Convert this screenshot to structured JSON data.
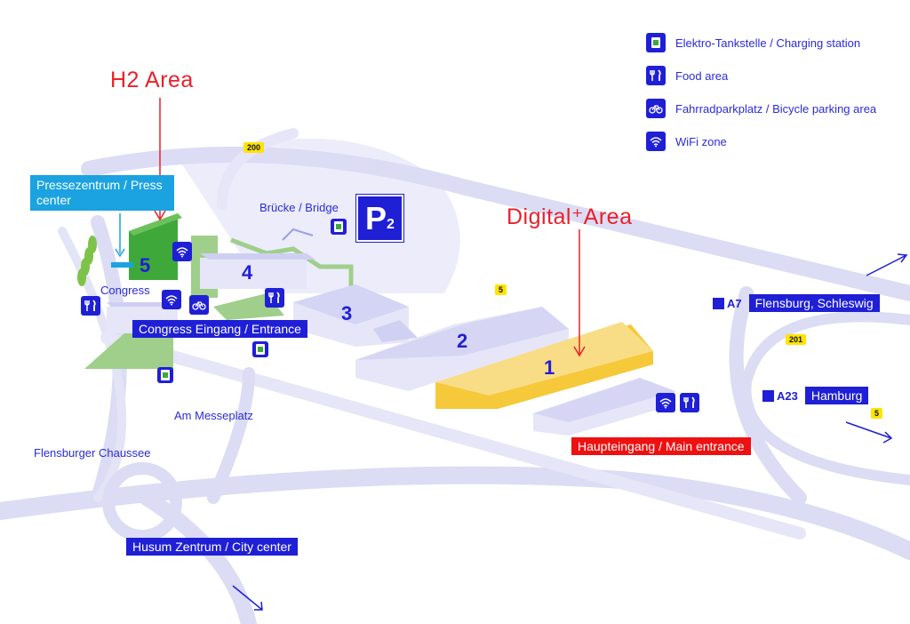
{
  "legend": {
    "charging": "Elektro-Tankstelle / Charging station",
    "food": "Food area",
    "bicycle": "Fahrradparkplatz / Bicycle parking area",
    "wifi": "WiFi zone"
  },
  "areas": {
    "h2": "H2 Area",
    "digital": "Digital⁺Area"
  },
  "labels": {
    "press_center": "Pressezentrum / Press center",
    "bridge": "Brücke / Bridge",
    "congress": "Congress",
    "congress_entrance": "Congress Eingang / Entrance",
    "am_messeplatz": "Am Messeplatz",
    "flensburger_chaussee": "Flensburger Chaussee",
    "husum_zentrum": "Husum Zentrum / City center",
    "main_entrance": "Haupteingang / Main entrance"
  },
  "halls": {
    "h1": "1",
    "h2": "2",
    "h3": "3",
    "h4": "4",
    "h5": "5"
  },
  "roads": {
    "r200": "200",
    "r5a": "5",
    "r201": "201",
    "r5b": "5"
  },
  "highways": {
    "a7_code": "A7",
    "a7_dest": "Flensburg, Schleswig",
    "a23_code": "A23",
    "a23_dest": "Hamburg"
  },
  "parking": {
    "letter": "P",
    "number": "2"
  },
  "colors": {
    "brand_blue": "#1f1fd6",
    "road": "#dcdcf4",
    "hall": "#e6e6f8",
    "green": "#9fcf8a",
    "hall5_green": "#3fa83a",
    "hall1_yellow": "#f6c93a",
    "accent_red": "#e8212b",
    "press_cyan": "#1aa3e0"
  }
}
